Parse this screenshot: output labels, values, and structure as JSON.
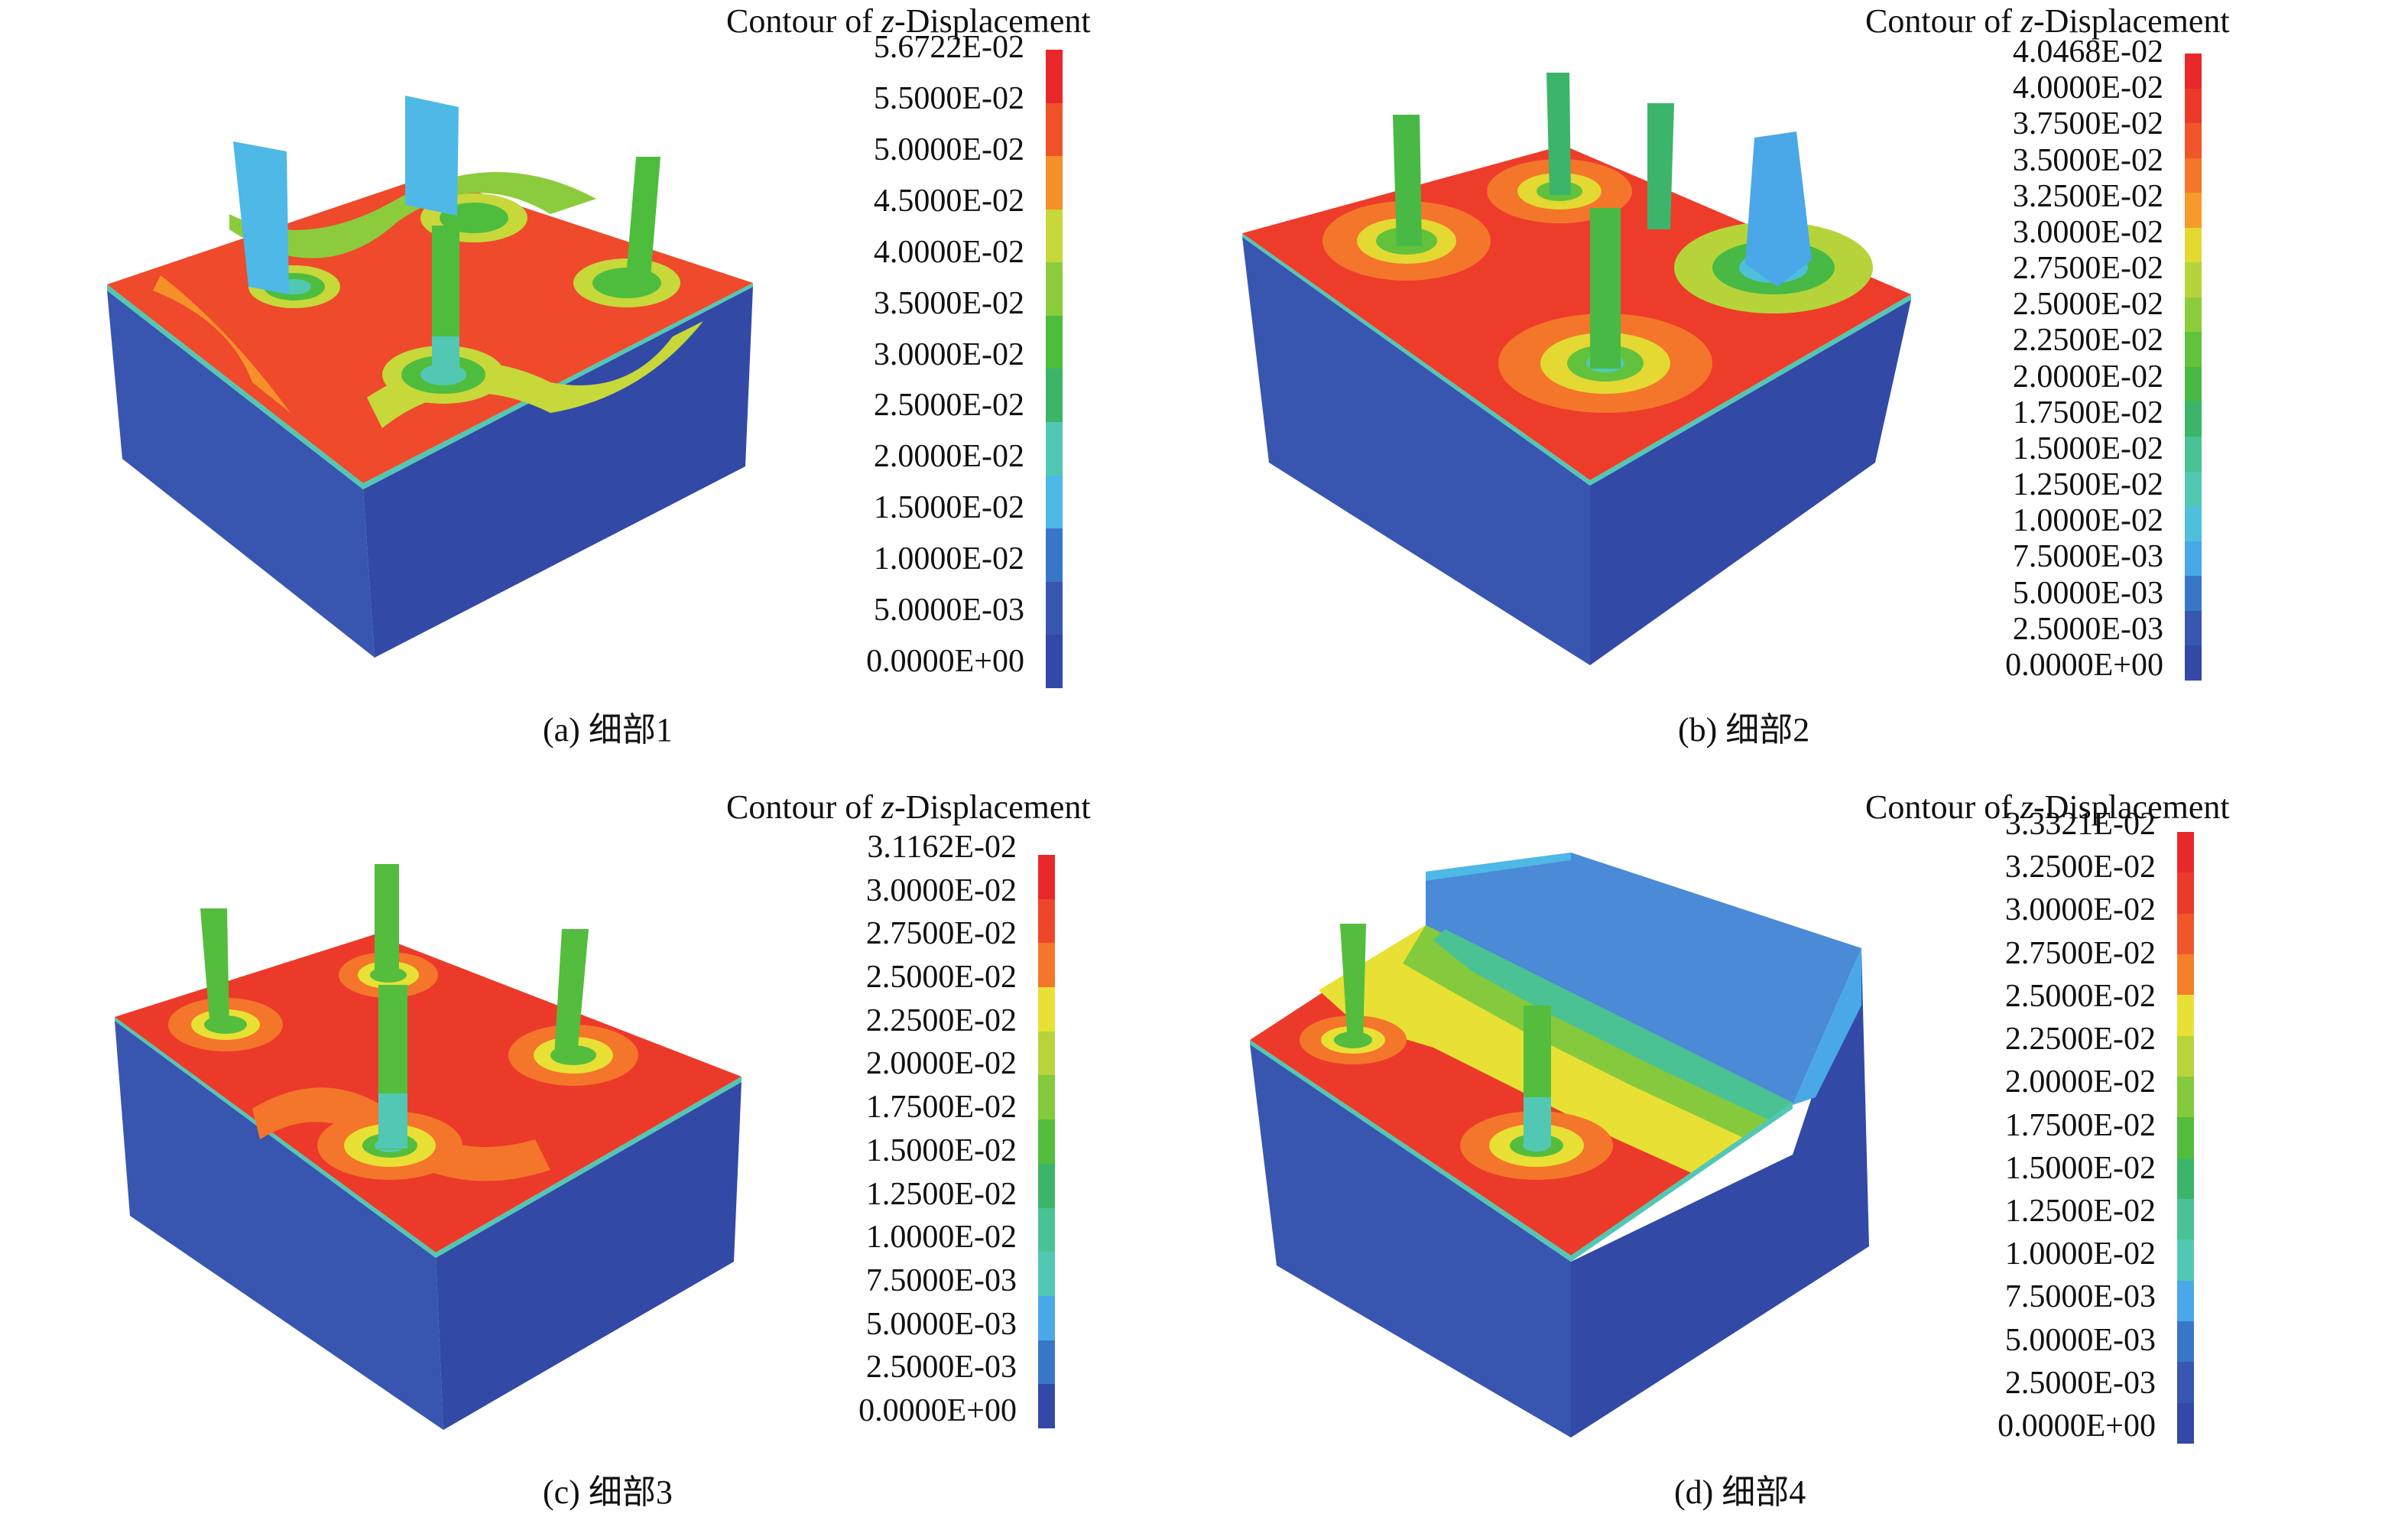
{
  "panels": [
    {
      "id": "a",
      "legend_title_prefix": "Contour of ",
      "legend_title_var": "z",
      "legend_title_suffix": "-Displacement",
      "ticks": [
        "5.6722E-02",
        "5.5000E-02",
        "5.0000E-02",
        "4.5000E-02",
        "4.0000E-02",
        "3.5000E-02",
        "3.0000E-02",
        "2.5000E-02",
        "2.0000E-02",
        "1.5000E-02",
        "1.0000E-02",
        "5.0000E-03",
        "0.0000E+00"
      ],
      "colors": [
        "#e8282a",
        "#f0522a",
        "#f6902a",
        "#c7d83a",
        "#8ccc3c",
        "#4ebd3d",
        "#3cb56a",
        "#52c8b4",
        "#4eb8e6",
        "#3a76c8",
        "#3757b0",
        "#3448a8"
      ],
      "caption": "(a) 细部1"
    },
    {
      "id": "b",
      "legend_title_prefix": "Contour of ",
      "legend_title_var": "z",
      "legend_title_suffix": "-Displacement",
      "ticks": [
        "4.0468E-02",
        "4.0000E-02",
        "3.7500E-02",
        "3.5000E-02",
        "3.2500E-02",
        "3.0000E-02",
        "2.7500E-02",
        "2.5000E-02",
        "2.2500E-02",
        "2.0000E-02",
        "1.7500E-02",
        "1.5000E-02",
        "1.2500E-02",
        "1.0000E-02",
        "7.5000E-03",
        "5.0000E-03",
        "2.5000E-03",
        "0.0000E+00"
      ],
      "colors": [
        "#e8282a",
        "#ec3a2a",
        "#f0562a",
        "#f4762a",
        "#f69a2a",
        "#e4d832",
        "#b6d43a",
        "#8ccc3c",
        "#62c23c",
        "#48b944",
        "#3cb56a",
        "#4ac294",
        "#52c8b4",
        "#4ec0dc",
        "#4aa8e8",
        "#3a76c8",
        "#3757b0",
        "#3448a8"
      ],
      "caption": "(b) 细部2"
    },
    {
      "id": "c",
      "legend_title_prefix": "Contour of ",
      "legend_title_var": "z",
      "legend_title_suffix": "-Displacement",
      "ticks": [
        "3.1162E-02",
        "3.0000E-02",
        "2.7500E-02",
        "2.5000E-02",
        "2.2500E-02",
        "2.0000E-02",
        "1.7500E-02",
        "1.5000E-02",
        "1.2500E-02",
        "1.0000E-02",
        "7.5000E-03",
        "5.0000E-03",
        "2.5000E-03",
        "0.0000E+00"
      ],
      "colors": [
        "#e8282a",
        "#ee462a",
        "#f4762a",
        "#e8e034",
        "#b8d43a",
        "#84ca3c",
        "#54bd3e",
        "#3cb56a",
        "#4ac294",
        "#52c8b4",
        "#4aa8e8",
        "#3a76c8",
        "#3448a8"
      ],
      "caption": "(c) 细部3"
    },
    {
      "id": "d",
      "legend_title_prefix": "Contour of ",
      "legend_title_var": "z",
      "legend_title_suffix": "-Displacement",
      "ticks": [
        "3.3321E-02",
        "3.2500E-02",
        "3.0000E-02",
        "2.7500E-02",
        "2.5000E-02",
        "2.2500E-02",
        "2.0000E-02",
        "1.7500E-02",
        "1.5000E-02",
        "1.2500E-02",
        "1.0000E-02",
        "7.5000E-03",
        "5.0000E-03",
        "2.5000E-03",
        "0.0000E+00"
      ],
      "colors": [
        "#e8282a",
        "#ec3a2a",
        "#f0562a",
        "#f4802a",
        "#e8e034",
        "#b8d43a",
        "#84ca3c",
        "#54bd3e",
        "#3cb56a",
        "#4ac294",
        "#52c8b4",
        "#4aa8e8",
        "#3a76c8",
        "#3757b0",
        "#3448a8"
      ],
      "caption": "(d) 细部4"
    }
  ]
}
